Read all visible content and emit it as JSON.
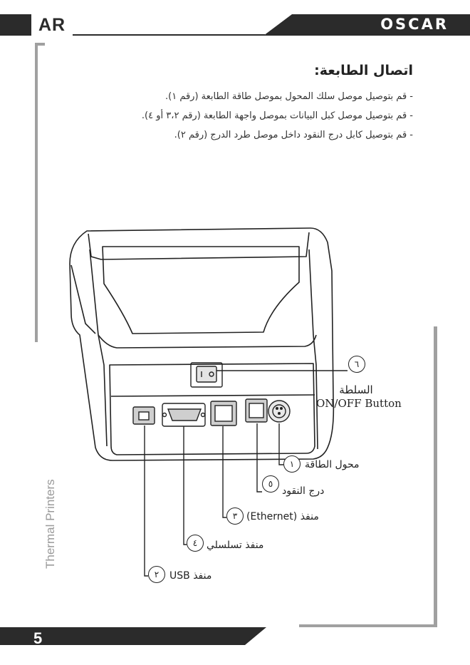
{
  "header": {
    "lang_tag": "AR",
    "brand": "OSCAR"
  },
  "footer": {
    "page_number": "5",
    "side_label": "Thermal Printers"
  },
  "section": {
    "title": "اتصال الطابعة:",
    "bullets": [
      "- قم بتوصيل موصل سلك المحول بموصل طاقة الطابعة (رقم ١).",
      "- قم بتوصيل موصل كبل البيانات بموصل واجهة الطابعة (رقم ٣،٢ أو ٤).",
      "- قم بتوصيل كابل درج النقود داخل موصل طرد الدرج (رقم ٢)."
    ]
  },
  "figure": {
    "callouts": [
      {
        "number": "٦",
        "label_ar": "السلطة",
        "label_en": "ON/OFF Button"
      },
      {
        "number": "١",
        "label": "محول الطاقة"
      },
      {
        "number": "٥",
        "label": "درج النقود"
      },
      {
        "number": "٣",
        "label": "منفذ (Ethernet)"
      },
      {
        "number": "٤",
        "label": "منفذ تسلسلي"
      },
      {
        "number": "٢",
        "label": "منفذ USB"
      }
    ]
  },
  "colors": {
    "bar": "#2b2b2b",
    "frame": "#a0a0a0",
    "line": "#222222"
  }
}
